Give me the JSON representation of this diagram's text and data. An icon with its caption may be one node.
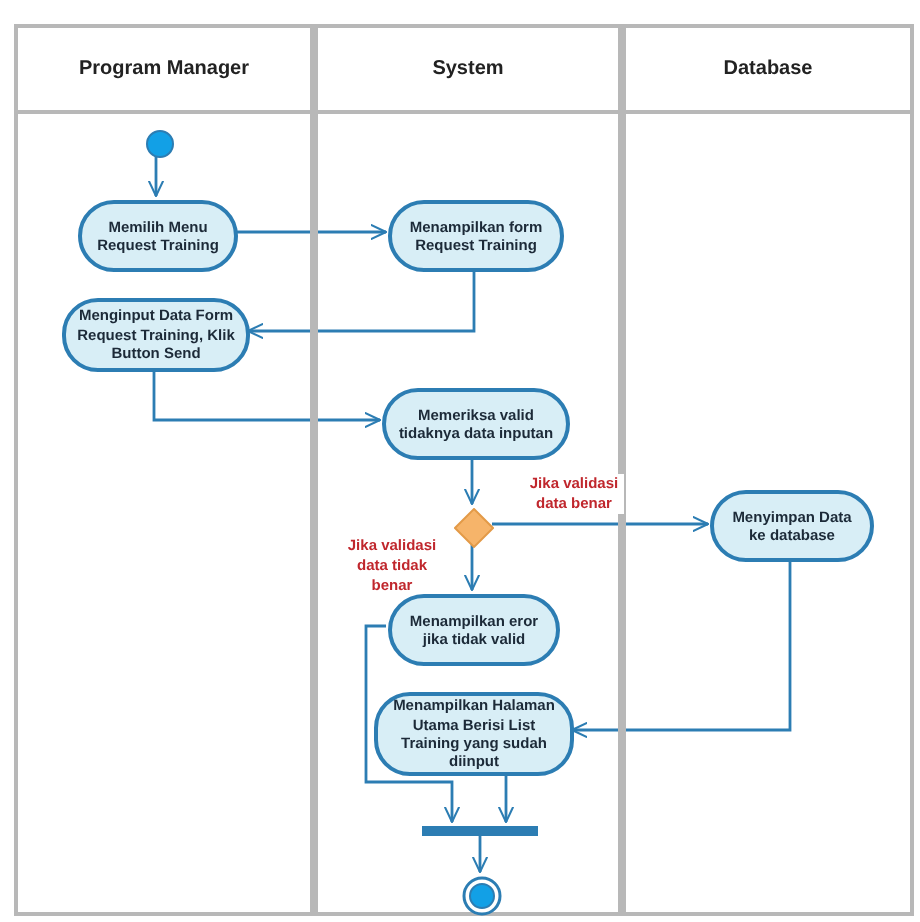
{
  "diagram": {
    "nodes": [
      {
        "text": [
          "Program Manager"
        ]
      },
      {
        "text": [
          "System"
        ]
      },
      {
        "text": [
          "Database"
        ]
      },
      {
        "text": [],
        "shape": "circle",
        "in": 0
      },
      {
        "text": [
          "Memilih Menu Request Training"
        ],
        "in": 0
      },
      {
        "text": [
          "Menampilkan form Request Training"
        ],
        "in": 1
      },
      {
        "text": [
          "Menginput Data Form Request Training, Klik Button Send"
        ],
        "in": 0
      },
      {
        "text": [
          "Memeriksa valid tidaknya data inputan"
        ],
        "in": 1
      },
      {
        "text": [],
        "shape": "diamond",
        "in": 1
      },
      {
        "text": [
          "Menyimpan Data ke database"
        ],
        "in": 2
      },
      {
        "text": [
          "Menampilkan eror jika tidak valid"
        ],
        "in": 1
      },
      {
        "text": [
          "Menampilkan Halaman Utama Berisi List Training yang sudah diinput"
        ],
        "in": 1
      },
      {
        "text": [],
        "shape": "bar",
        "in": 1
      },
      {
        "text": [],
        "shape": "circle",
        "in": 1
      }
    ],
    "edges": [
      {
        "from": 3,
        "to": 4,
        "arrow": "to"
      },
      {
        "from": 4,
        "to": 5,
        "arrow": "to"
      },
      {
        "from": 5,
        "to": 6,
        "arrow": "to"
      },
      {
        "from": 6,
        "to": 7,
        "arrow": "to"
      },
      {
        "from": 7,
        "to": 8,
        "arrow": "to"
      },
      {
        "from": 8,
        "to": 9,
        "arrow": "to",
        "label": "Jika validasi data benar"
      },
      {
        "from": 8,
        "to": 10,
        "arrow": "to",
        "label": "Jika validasi data tidak benar"
      },
      {
        "from": 9,
        "to": 11,
        "arrow": "to"
      },
      {
        "from": 10,
        "to": 12,
        "arrow": "to"
      },
      {
        "from": 11,
        "to": 12,
        "arrow": "to"
      },
      {
        "from": 12,
        "to": 13,
        "arrow": "to"
      }
    ]
  }
}
